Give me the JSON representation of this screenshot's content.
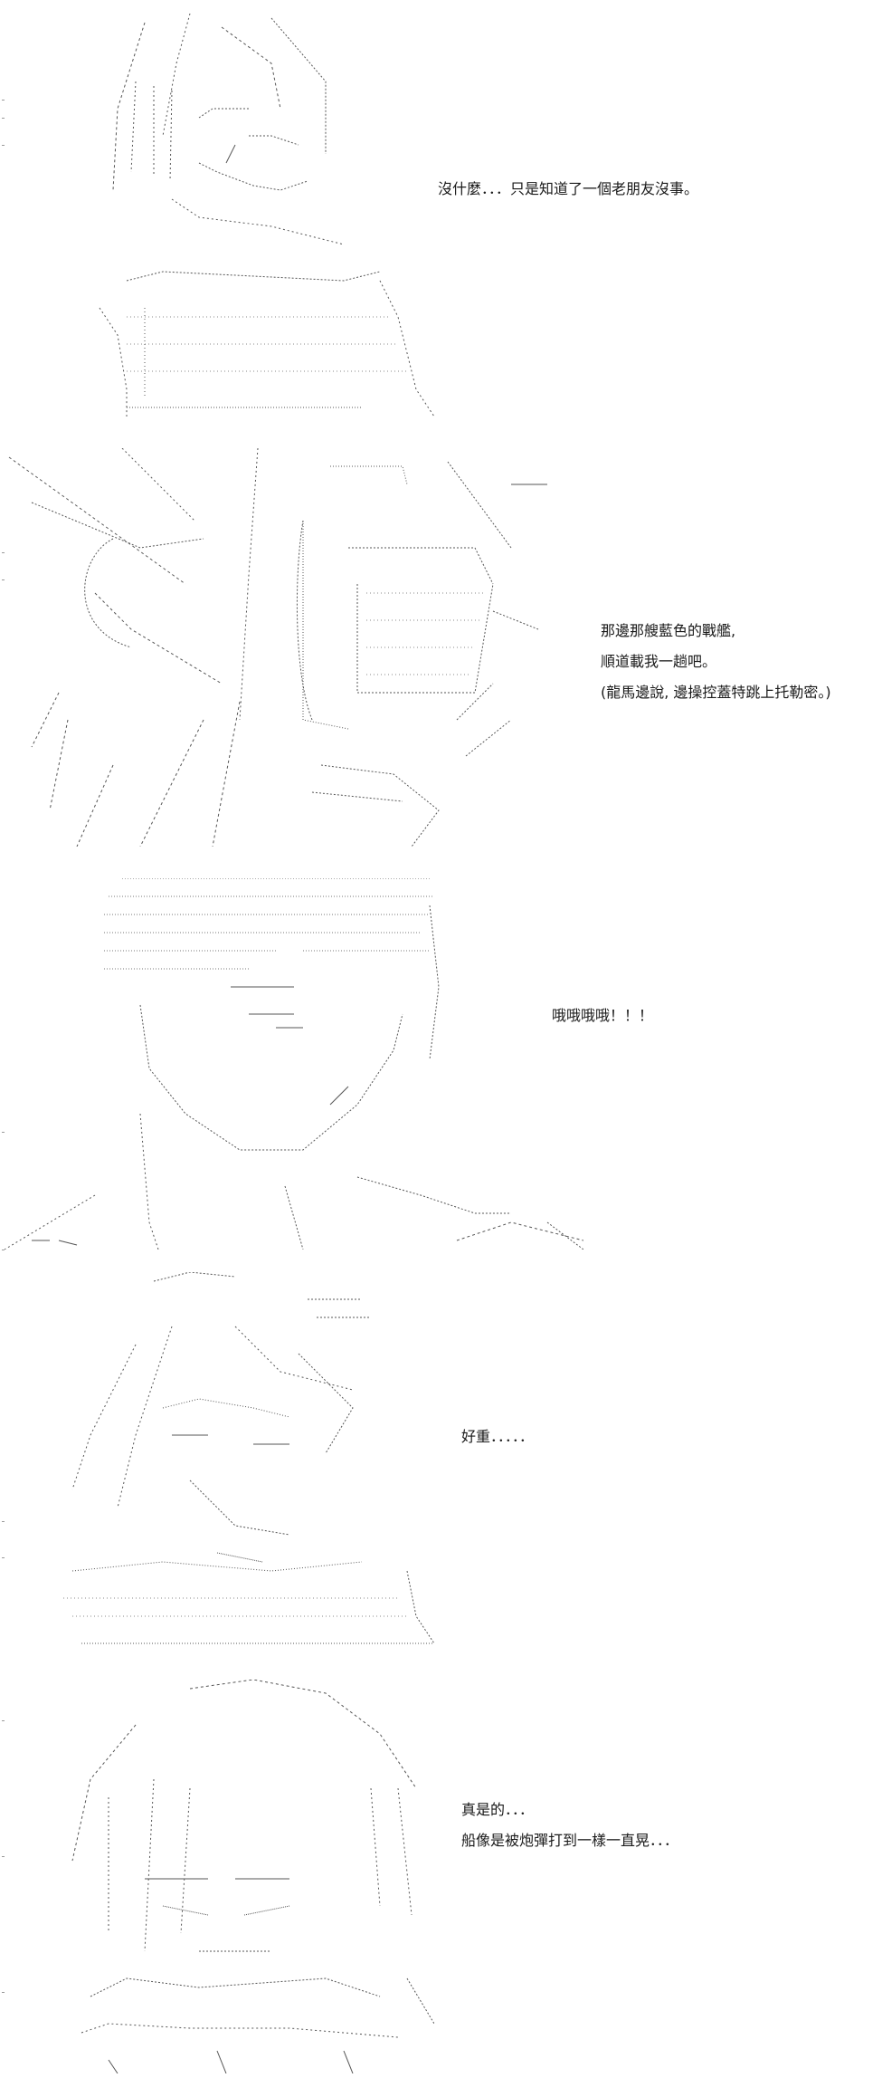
{
  "panels": [
    {
      "id": "panel-1",
      "lines": [
        "沒什麼．．．只是知道了一個老朋友沒事。"
      ]
    },
    {
      "id": "panel-2",
      "lines": [
        "那邊那艘藍色的戰艦,",
        "順道載我一趟吧。",
        "(龍馬邊說, 邊操控蓋特跳上托勒密。)"
      ]
    },
    {
      "id": "panel-3",
      "lines": [
        "哦哦哦哦！！！"
      ]
    },
    {
      "id": "panel-4",
      "lines": [
        "好重．．．．．"
      ]
    },
    {
      "id": "panel-5",
      "lines": [
        "真是的．．．",
        "船像是被炮彈打到一樣一直晃．．．"
      ]
    }
  ],
  "colors": {
    "background": "#ffffff",
    "ink": "#1a1a1a",
    "sketch": "#555555"
  }
}
